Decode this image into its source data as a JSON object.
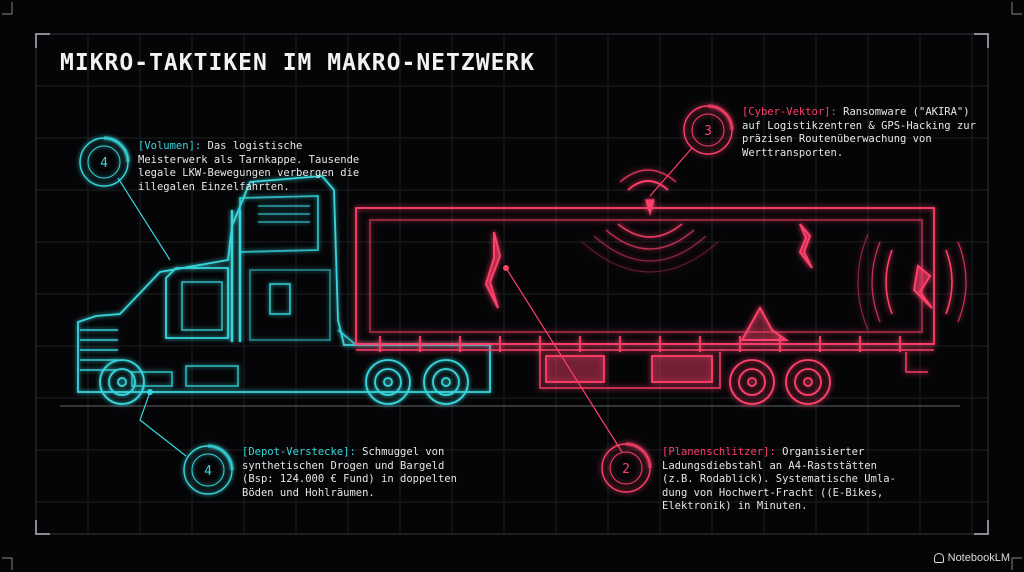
{
  "title": "MIKRO-TAKTIKEN IM MAKRO-NETZWERK",
  "brand": "NotebookLM",
  "colors": {
    "cyan": "#37d6dc",
    "red": "#ff3f6a",
    "grid": "#1c1f22",
    "background": "#050507"
  },
  "callouts": [
    {
      "number": "4",
      "tag": "[Volumen]:",
      "text": " Das logistische Meisterwerk als Tarnkappe. Tausende legale LKW-Bewegungen verbergen die illegalen Einzelfahrten.",
      "color": "cyan"
    },
    {
      "number": "3",
      "tag": "[Cyber-Vektor]:",
      "text": " Ransomware (\"AKIRA\") auf Logistikzentren & GPS-Hacking zur präzisen Routenüberwachung von Werttransporten.",
      "color": "red"
    },
    {
      "number": "4",
      "tag": "[Depot-Verstecke]:",
      "text": " Schmuggel von synthetischen Drogen und Bargeld (Bsp: 124.000 € Fund) in doppelten Böden und Hohlräumen.",
      "color": "cyan"
    },
    {
      "number": "2",
      "tag": "[Planenschlitzer]:",
      "text": " Organisierter Ladungsdiebstahl an A4-Raststätten (z.B. Rodablick). Systematische Umla-dung von Hochwert-Fracht ((E-Bikes, Elektronik) in Minuten.",
      "color": "red"
    }
  ],
  "icons": [
    "target-badge-icon",
    "signal-waves-icon",
    "truck-cab-icon",
    "trailer-icon",
    "slash-tear-icon"
  ]
}
